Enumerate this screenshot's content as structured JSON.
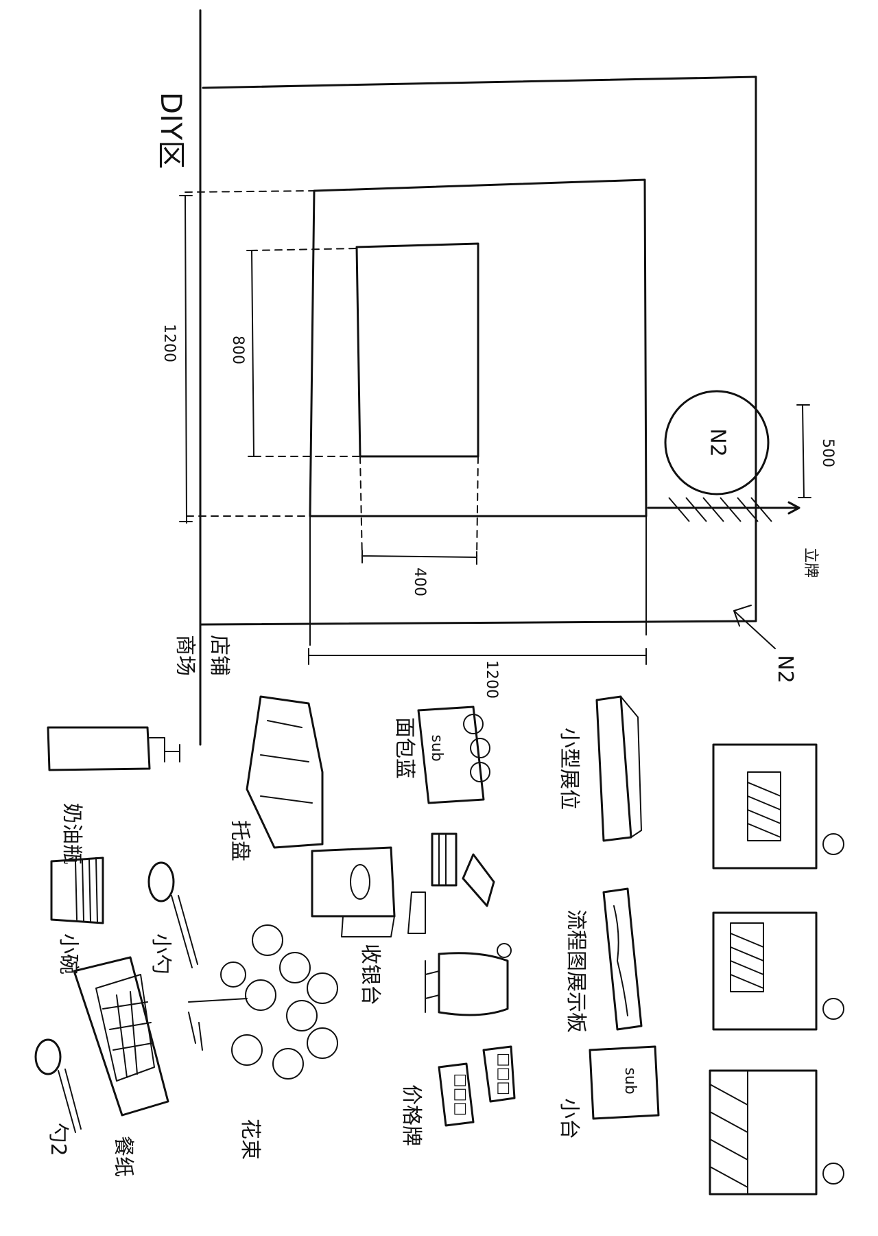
{
  "labels": {
    "diy_area": "DIY区",
    "store": "店铺",
    "mall": "商场",
    "dim_1200_side": "1200",
    "dim_800": "800",
    "dim_400": "400",
    "dim_1200_bottom": "1200",
    "dim_500": "500",
    "circle_mark": "N2",
    "corner_mark": "N2",
    "small_scale_device": "小型展位",
    "mini_projector": "小台",
    "oil_bottle": "奶油瓶",
    "tray": "托盘",
    "plate": "小碗",
    "cup": "小勺",
    "paper": "餐纸",
    "spoon2": "勺2",
    "plant": "花束",
    "basket": "面包蓝",
    "cashier": "收银台",
    "display_card": "流程图展示板",
    "price_sign": "价格牌",
    "stand_sign": "立牌",
    "sub_tag": "sub",
    "menu_code": "□□□"
  }
}
